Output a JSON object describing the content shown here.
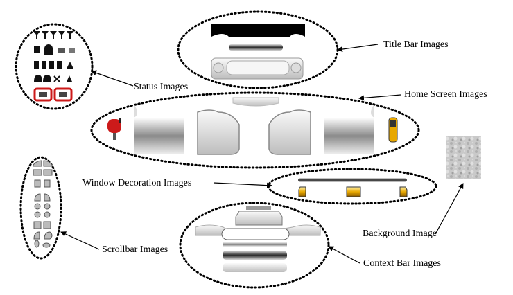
{
  "labels": {
    "title_bar": "Title Bar Images",
    "status": "Status Images",
    "home_screen": "Home Screen Images",
    "window_decoration": "Window Decoration Images",
    "background": "Background Image",
    "scrollbar": "Scrollbar Images",
    "context_bar": "Context Bar Images"
  },
  "icons": {
    "status": [
      "signal-strength-icon",
      "battery-icon",
      "calculator-icon",
      "lock-icon",
      "envelope-icon",
      "alarm-bell-icon",
      "phone-card-icon"
    ],
    "home": [
      "mailbox-icon",
      "mobile-phone-icon"
    ]
  },
  "colors": {
    "ellipse_stroke": "#000000",
    "gold": "#e8a800",
    "red": "#cc1a1a"
  }
}
